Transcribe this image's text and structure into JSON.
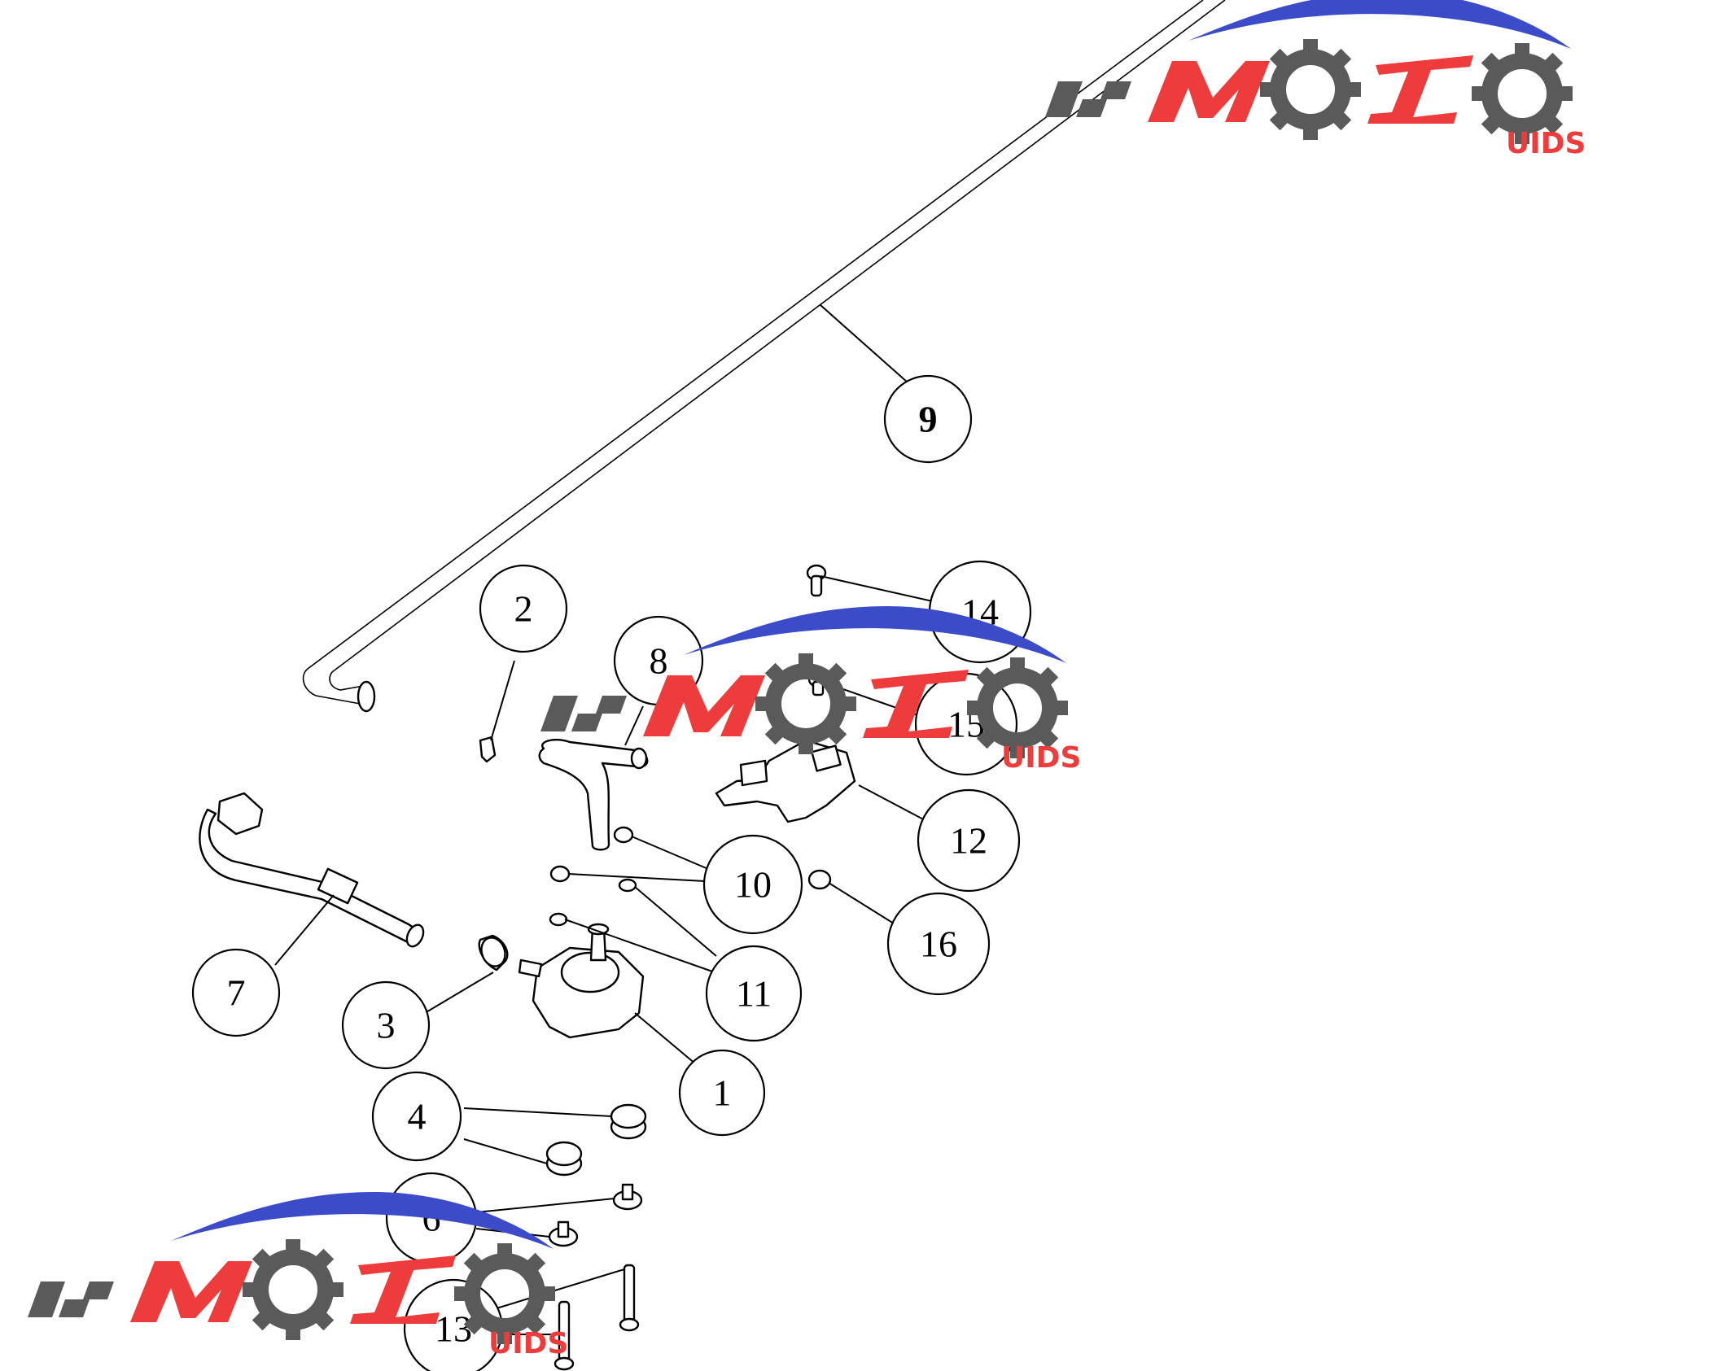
{
  "callouts": [
    {
      "id": "1",
      "label": "1"
    },
    {
      "id": "2",
      "label": "2"
    },
    {
      "id": "3",
      "label": "3"
    },
    {
      "id": "4",
      "label": "4"
    },
    {
      "id": "6",
      "label": "6"
    },
    {
      "id": "7",
      "label": "7"
    },
    {
      "id": "8",
      "label": "8"
    },
    {
      "id": "9",
      "label": "9"
    },
    {
      "id": "10",
      "label": "10"
    },
    {
      "id": "11",
      "label": "11"
    },
    {
      "id": "12",
      "label": "12"
    },
    {
      "id": "13",
      "label": "13"
    },
    {
      "id": "14",
      "label": "14"
    },
    {
      "id": "15",
      "label": "15"
    },
    {
      "id": "16",
      "label": "16"
    }
  ],
  "watermark": {
    "brand": "MOTO",
    "sub": "GUIDS",
    "colors": {
      "red": "#ee3b3b",
      "gray": "#5a5a5a",
      "blue": "#3c4bc8"
    }
  }
}
